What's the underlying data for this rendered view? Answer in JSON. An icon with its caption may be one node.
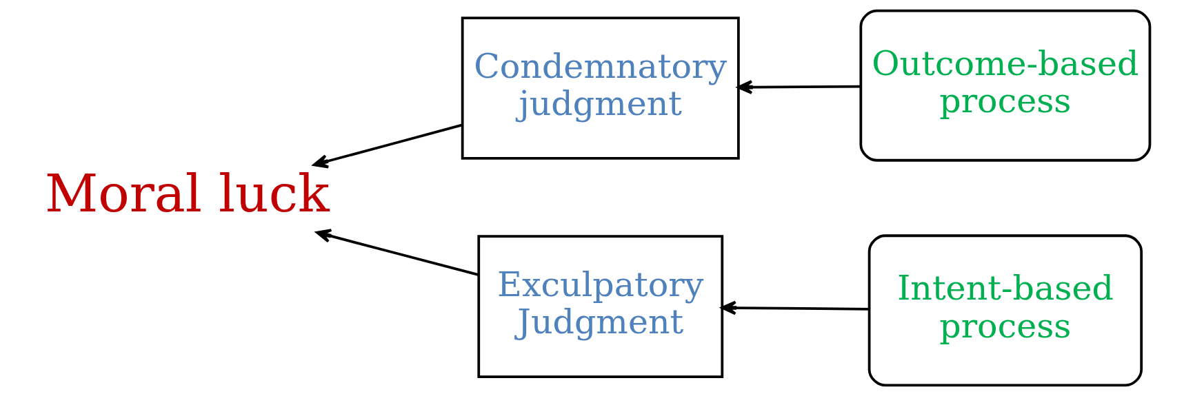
{
  "diagram": {
    "nodes": [
      {
        "text": [
          "Moral luck"
        ]
      },
      {
        "text": [
          "Condemnatory judgment"
        ]
      },
      {
        "text": [
          "Exculpatory Judgment"
        ]
      },
      {
        "text": [
          "Outcome-based process"
        ]
      },
      {
        "text": [
          "Intent-based process"
        ]
      }
    ],
    "edges": [
      {
        "from": 1,
        "to": 0,
        "arrow": "to"
      },
      {
        "from": 2,
        "to": 0,
        "arrow": "to"
      },
      {
        "from": 3,
        "to": 1,
        "arrow": "to"
      },
      {
        "from": 4,
        "to": 2,
        "arrow": "to"
      }
    ]
  }
}
